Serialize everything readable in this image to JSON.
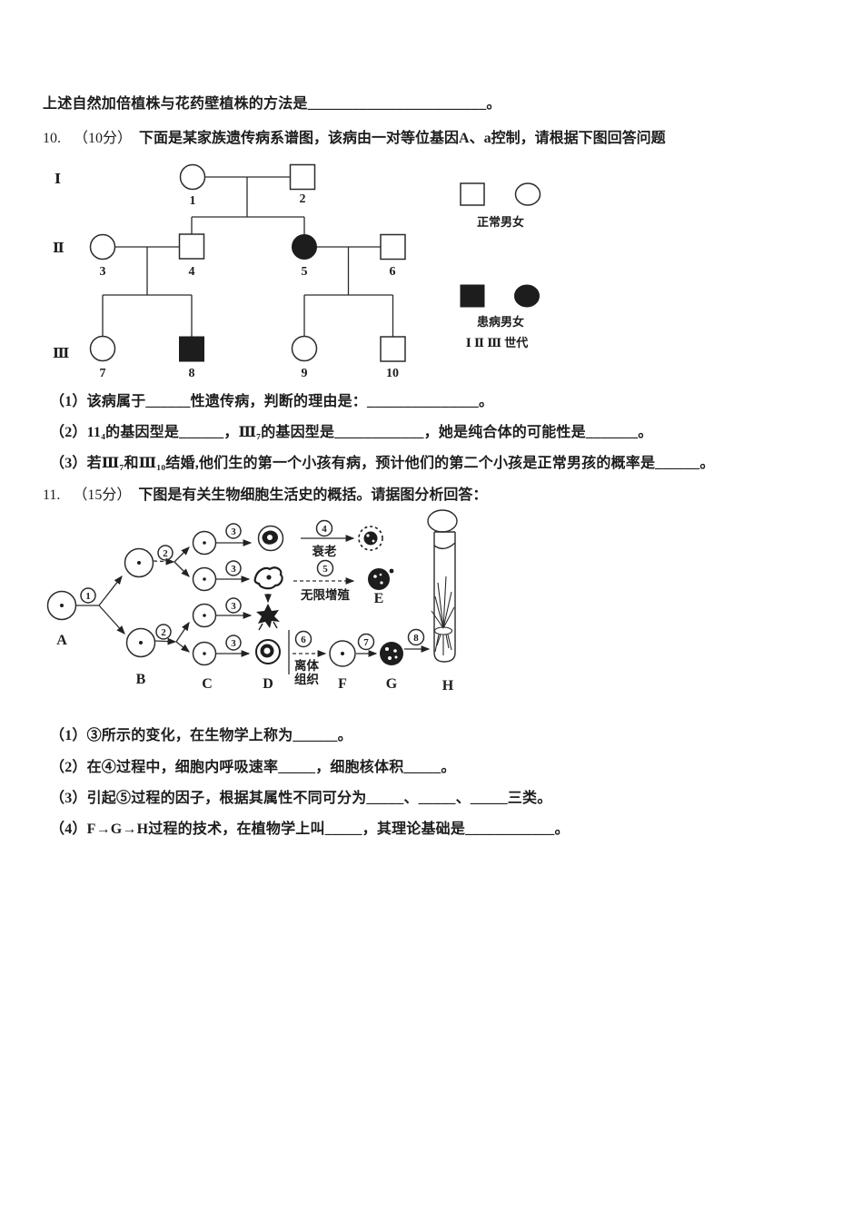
{
  "theme": {
    "paper": "#ffffff",
    "ink": "#1d1d1d"
  },
  "intro_line": "上述自然加倍植株与花药壁植株的方法是________________________。",
  "q10": {
    "number": "10.",
    "score": "（10分）",
    "heading": "下面是某家族遗传病系谱图，该病由一对等位基因A、a控制，请根据下图回答问题",
    "pedigree": {
      "generation_labels": [
        "Ⅰ",
        "Ⅱ",
        "Ⅲ"
      ],
      "individual_numbers": [
        "1",
        "2",
        "3",
        "4",
        "5",
        "6",
        "7",
        "8",
        "9",
        "10"
      ],
      "legend_normal": "正常男女",
      "legend_affected": "患病男女",
      "legend_generations": "Ⅰ Ⅱ Ⅲ 世代"
    },
    "sub_questions": [
      "（1）该病属于______性遗传病，判断的理由是：_______________。",
      "（2）11₄的基因型是______，Ⅲ₇的基因型是____________，她是纯合体的可能性是_______。",
      "（3）若Ⅲ₇和Ⅲ₁₀结婚,他们生的第一个小孩有病，预计他们的第二个小孩是正常男孩的概率是______。"
    ]
  },
  "q11": {
    "number": "11.",
    "score": "（15分）",
    "heading": "下图是有关生物细胞生活史的概括。请据图分析回答：",
    "diagram": {
      "stage_labels": [
        "A",
        "B",
        "C",
        "D",
        "E",
        "F",
        "G",
        "H"
      ],
      "step_digits": [
        "1",
        "2",
        "3",
        "4",
        "5",
        "6",
        "7",
        "8"
      ],
      "label_senescence": "衰老",
      "label_proliferation": "无限增殖",
      "label_isolated_1": "离体",
      "label_isolated_2": "组织"
    },
    "sub_questions": [
      "（1）③所示的变化，在生物学上称为______。",
      "（2）在④过程中，细胞内呼吸速率_____，细胞核体积_____。",
      "（3）引起⑤过程的因子，根据其属性不同可分为_____、_____、_____三类。",
      "（4）F→G→H过程的技术，在植物学上叫_____，其理论基础是____________。"
    ]
  }
}
